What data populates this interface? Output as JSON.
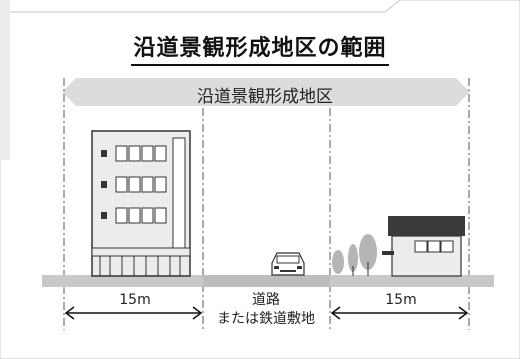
{
  "title": "沿道景観形成地区の範囲",
  "banner_label": "沿道景観形成地区",
  "dimensions": {
    "left": "15m",
    "right": "15m",
    "center_line1": "道路",
    "center_line2": "または鉄道敷地"
  },
  "colors": {
    "panel_bg": "#f1f1f1",
    "banner_fill": "#dcdcdc",
    "ground": "#c8c8c8",
    "road": "#bdbdbd",
    "house_roof": "#3a3a3a",
    "building_fill": "#e4e4e4",
    "tree": "#b5b5b5"
  }
}
